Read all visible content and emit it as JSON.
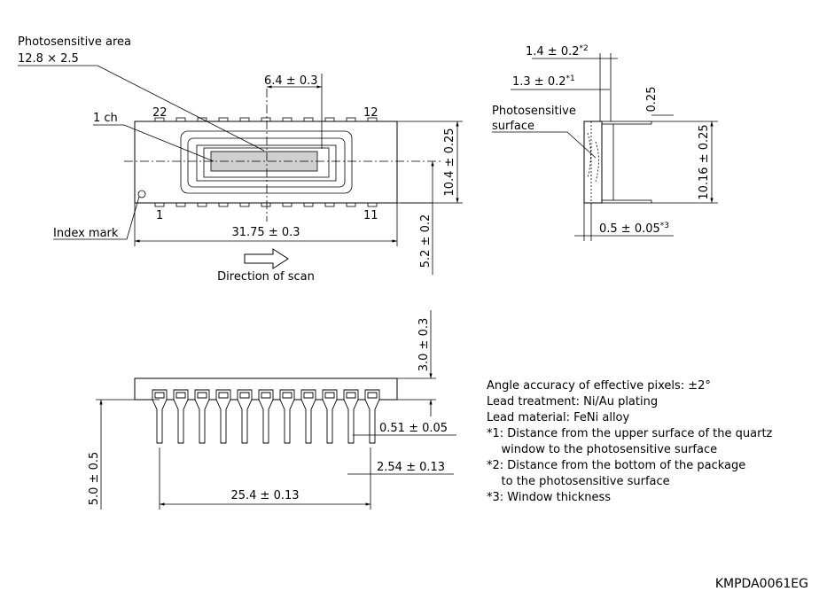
{
  "top_view": {
    "photosensitive_area_label": "Photosensitive area",
    "photosensitive_area_value": "12.8 × 2.5",
    "center_dim": "6.4 ± 0.3",
    "pin_22": "22",
    "pin_12": "12",
    "pin_1": "1",
    "pin_11": "11",
    "ch_label": "1 ch",
    "index_mark": "Index mark",
    "length_dim": "31.75 ± 0.3",
    "height_dim": "10.4 ± 0.25",
    "center_offset_dim": "5.2 ± 0.2",
    "scan_direction": "Direction of scan"
  },
  "side_view": {
    "dim_1_4": "1.4 ± 0.2",
    "dim_1_4_note": "*2",
    "dim_1_3": "1.3 ± 0.2",
    "dim_1_3_note": "*1",
    "surface_label_1": "Photosensitive",
    "surface_label_2": "surface",
    "lead_thickness": "0.25",
    "pin_span": "10.16 ± 0.25",
    "window_dim": "0.5 ± 0.05",
    "window_note": "*3"
  },
  "front_view": {
    "height_dim": "3.0 ± 0.3",
    "lead_width": "0.51 ± 0.05",
    "pitch": "2.54 ± 0.13",
    "span": "25.4 ± 0.13",
    "lead_length": "5.0 ± 0.5"
  },
  "notes": [
    "Angle accuracy of effective pixels: ±2°",
    "Lead treatment: Ni/Au plating",
    "Lead material: FeNi alloy",
    "*1: Distance from the upper surface of the quartz",
    "    window to the photosensitive surface",
    "*2: Distance from the bottom of the package",
    "    to the photosensitive surface",
    "*3: Window thickness"
  ],
  "drawing_code": "KMPDA0061EG"
}
